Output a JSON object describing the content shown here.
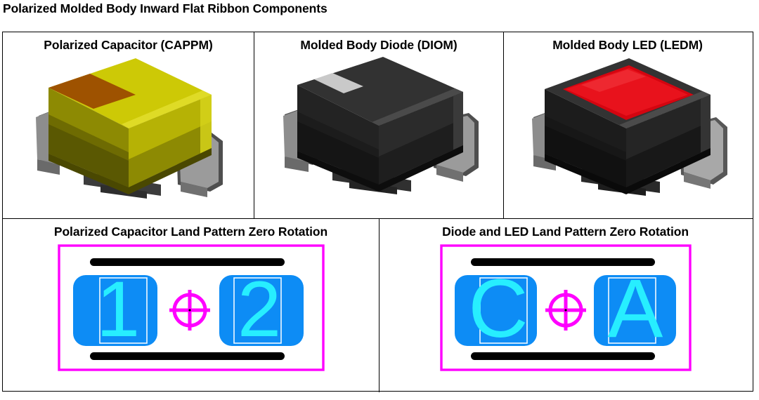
{
  "page": {
    "title": "Polarized Molded Body Inward Flat Ribbon Components"
  },
  "components_row": {
    "cells": [
      {
        "id": "polarized-capacitor",
        "title": "Polarized Capacitor (CAPPM)",
        "render": {
          "type": "3d-part-render",
          "body_color": "#c8c400",
          "body_color_top": "#d2ce06",
          "body_color_front": "#6e6b02",
          "polarity_mark_color": "#9e5200",
          "lead_color": "#8a8a8a",
          "lead_shadow_color": "#4a4a4a",
          "polarity_feature": "brown corner stripe on top face (pin 1 / anode end)"
        }
      },
      {
        "id": "molded-body-diode",
        "title": "Molded Body Diode (DIOM)",
        "render": {
          "type": "3d-part-render",
          "body_color": "#2b2b2b",
          "body_color_top": "#323232",
          "body_color_front": "#161616",
          "polarity_mark_color": "#c9c9c9",
          "lead_color": "#8a8a8a",
          "lead_shadow_color": "#4a4a4a",
          "polarity_feature": "light gray cathode band across top face"
        }
      },
      {
        "id": "molded-body-led",
        "title": "Molded Body LED (LEDM)",
        "render": {
          "type": "3d-part-render",
          "body_color": "#1c1c1c",
          "body_color_top": "#333333",
          "body_color_front": "#111111",
          "polarity_mark_color": "#d40510",
          "lead_color": "#9a9a9a",
          "lead_shadow_color": "#4a4a4a",
          "polarity_feature": "red lens window recessed in top face"
        }
      }
    ]
  },
  "land_pattern_row": {
    "cells": [
      {
        "id": "polarized-capacitor-land-pattern",
        "title": "Polarized Capacitor Land Pattern Zero Rotation",
        "pattern": {
          "courtyard_color": "#ff00ff",
          "silkscreen_color": "#000000",
          "pad_color": "#0d8cf5",
          "pad_outline_color": "#ffffff",
          "label_color": "#27eeff",
          "origin_marker_color": "#ff00ff",
          "origin_marker": "crosshair",
          "pads": [
            {
              "label": "1",
              "position": "left"
            },
            {
              "label": "2",
              "position": "right"
            }
          ],
          "silkscreen_bars": 2
        }
      },
      {
        "id": "diode-led-land-pattern",
        "title": "Diode and LED Land Pattern Zero Rotation",
        "pattern": {
          "courtyard_color": "#ff00ff",
          "silkscreen_color": "#000000",
          "pad_color": "#0d8cf5",
          "pad_outline_color": "#ffffff",
          "label_color": "#27eeff",
          "origin_marker_color": "#ff00ff",
          "origin_marker": "crosshair",
          "pads": [
            {
              "label": "C",
              "position": "left"
            },
            {
              "label": "A",
              "position": "right"
            }
          ],
          "silkscreen_bars": 2
        }
      }
    ]
  }
}
